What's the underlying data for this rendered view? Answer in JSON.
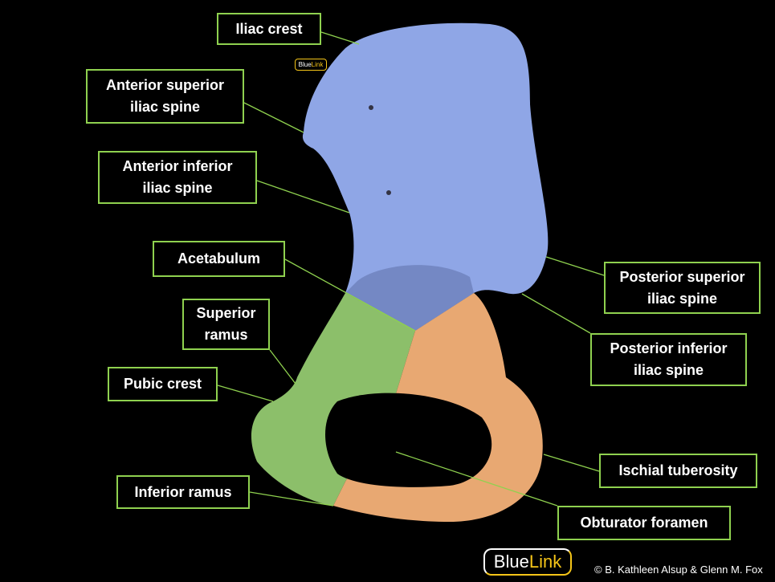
{
  "labels": {
    "iliac_crest": "Iliac crest",
    "asis": "Anterior superior\niliac spine",
    "aiis": "Anterior inferior\niliac spine",
    "acetabulum": "Acetabulum",
    "superior_ramus": "Superior\nramus",
    "pubic_crest": "Pubic crest",
    "inferior_ramus": "Inferior ramus",
    "psis": "Posterior superior\niliac spine",
    "piis": "Posterior inferior\niliac spine",
    "ischial_tuberosity": "Ischial tuberosity",
    "obturator_foramen": "Obturator foramen"
  },
  "logo": {
    "part1": "Blue",
    "part2": "Link"
  },
  "copyright": "© B. Kathleen Alsup & Glenn M. Fox",
  "colors": {
    "ilium": "#8fa6e6",
    "pubis": "#8cbf6a",
    "ischium": "#e8a872",
    "leader": "#8fd14f"
  }
}
